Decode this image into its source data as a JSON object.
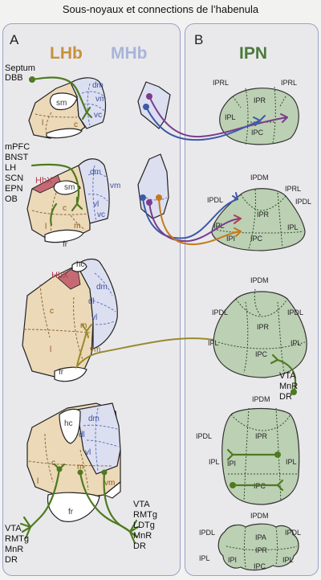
{
  "title": "Sous-noyaux et connections de l’habenula",
  "panels": {
    "a": "A",
    "b": "B"
  },
  "headers": {
    "lhb": "LHb",
    "mhb": "MHb",
    "ipn": "IPN"
  },
  "colors": {
    "lhb_fill": "#ecd9b8",
    "mhb_fill": "#dcdff0",
    "ipn_fill": "#bcd0b4",
    "hbx": "#c56a74",
    "lhb_header": "#c8913e",
    "mhb_header": "#a9b4d8",
    "ipn_header": "#4c7a3c",
    "tract_green": "#4f7a1f",
    "tract_olive": "#9a8a2c",
    "tract_blue": "#3d5aa8",
    "tract_purple": "#7b3c8e",
    "tract_orange": "#c6791c"
  },
  "sources": {
    "row1": [
      "Septum",
      "DBB"
    ],
    "row2": [
      "mPFC",
      "BNST",
      "LH",
      "SCN",
      "EPN",
      "OB"
    ]
  },
  "targets": {
    "row3": [
      "VTA",
      "MnR",
      "DR"
    ],
    "row4_left": [
      "VTA",
      "RMTg",
      "MnR",
      "DR"
    ],
    "row4_right": [
      "VTA",
      "RMTg",
      "LDTg",
      "MnR",
      "DR"
    ]
  },
  "habenula_labels": {
    "row1": {
      "sm": "sm",
      "dm": "dm",
      "vm": "vm",
      "vc": "vc",
      "l": "l",
      "c": "c"
    },
    "row2": {
      "hbx": "HbX",
      "sm": "sm",
      "dm": "dm",
      "vm": "vm",
      "vl": "vl",
      "vc": "vc",
      "c": "c",
      "l": "l",
      "m": "m",
      "fr": "fr"
    },
    "row3": {
      "hc": "hc",
      "hbx": "HbX",
      "dm": "dm",
      "dl": "dl",
      "vl": "vl",
      "c": "c",
      "m": "m",
      "l": "l",
      "vm": "vm",
      "fr": "fr"
    },
    "row4": {
      "hc": "hc",
      "dm": "dm",
      "dl": "dl",
      "vl": "vl",
      "c": "c",
      "m": "m",
      "l": "l",
      "vm": "vm",
      "fr": "fr"
    }
  },
  "ipn_labels": {
    "row1": {
      "iprl_l": "IPRL",
      "iprl_r": "IPRL",
      "ipr": "IPR",
      "ipl": "IPL",
      "ipc": "IPC"
    },
    "row2": {
      "ipdm": "IPDM",
      "iprl": "IPRL",
      "ipdl_l": "IPDL",
      "ipdl_r": "IPDL",
      "ipr": "IPR",
      "ipl_l": "IPL",
      "ipi": "IPI",
      "ipc": "IPC",
      "ipl_r": "IPL"
    },
    "row3": {
      "ipdm": "IPDM",
      "ipdl_l": "IPDL",
      "ipdl_r": "IPDL",
      "ipr": "IPR",
      "ipl_l": "IPL",
      "ipc": "IPC",
      "ipl_r": "IPL"
    },
    "row4": {
      "ipdm": "IPDM",
      "ipdl": "IPDL",
      "ipr": "IPR",
      "ipl_l": "IPL",
      "ipi": "IPI",
      "ipc": "IPC",
      "ipl_r": "IPL"
    },
    "row5": {
      "ipdm": "IPDM",
      "ipdl_l": "IPDL",
      "ipdl_r": "IPDL",
      "ipa": "IPA",
      "ipr": "IPR",
      "ipi": "IPI",
      "ipc": "IPC",
      "ipl_l": "IPL",
      "ipl_r": "IPL"
    }
  }
}
